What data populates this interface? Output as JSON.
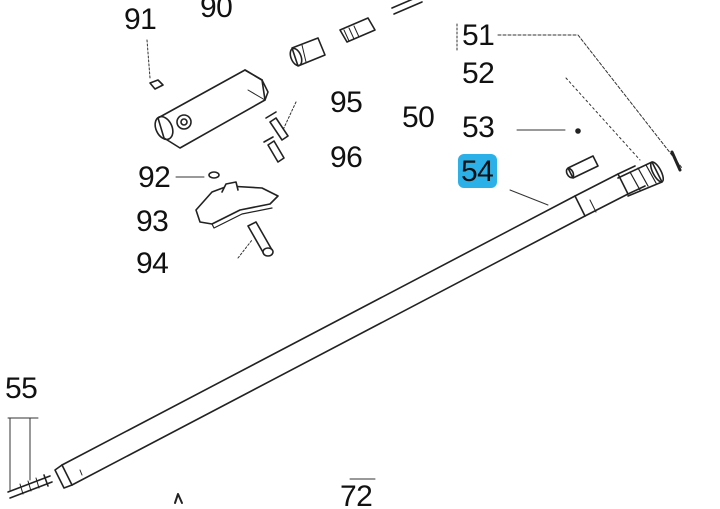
{
  "diagram": {
    "highlight_color": "#2bb1e8",
    "line_color": "#222222",
    "callouts": {
      "p91": "91",
      "p90": "90",
      "p51": "51",
      "p52": "52",
      "p95": "95",
      "p50": "50",
      "p53": "53",
      "p96": "96",
      "p54": "54",
      "p92": "92",
      "p93": "93",
      "p94": "94",
      "p55": "55",
      "p72": "72"
    },
    "selected_part": "54"
  }
}
